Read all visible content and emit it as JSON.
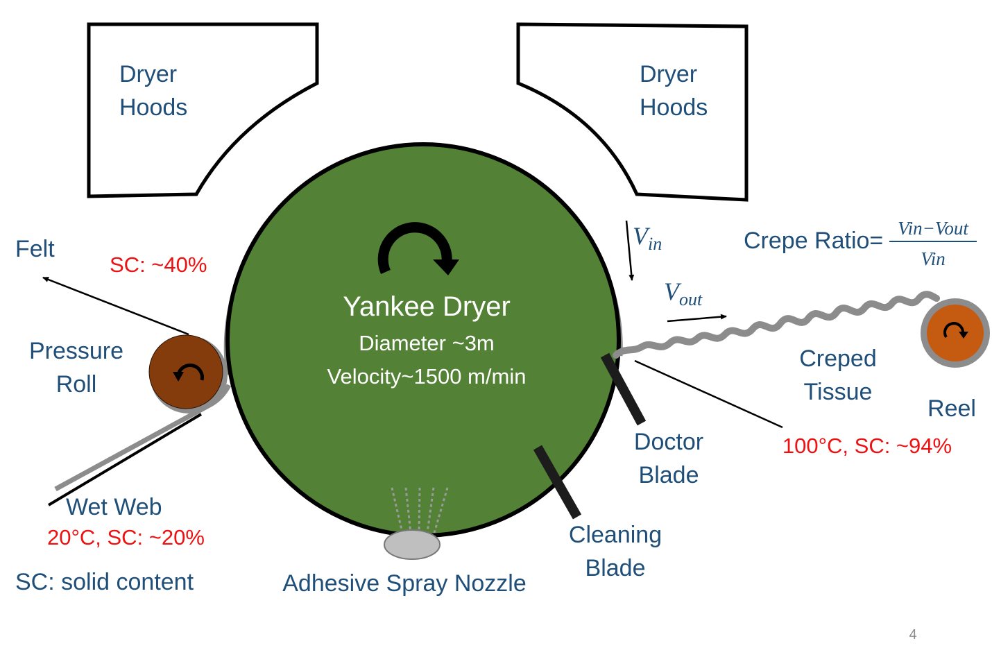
{
  "labels": {
    "dryer_hoods_left": [
      "Dryer",
      "Hoods"
    ],
    "dryer_hoods_right": [
      "Dryer",
      "Hoods"
    ],
    "felt": "Felt",
    "sc_40": "SC: ~40%",
    "pressure_roll": [
      "Pressure",
      "Roll"
    ],
    "yankee_title": "Yankee Dryer",
    "yankee_diameter": "Diameter ~3m",
    "yankee_velocity": "Velocity~1500 m/min",
    "wet_web": "Wet Web",
    "wet_web_cond": "20°C, SC: ~20%",
    "sc_note": "SC: solid content",
    "adhesive_nozzle": "Adhesive Spray Nozzle",
    "cleaning_blade": [
      "Cleaning",
      "Blade"
    ],
    "doctor_blade": [
      "Doctor",
      "Blade"
    ],
    "creped_tissue": [
      "Creped",
      "Tissue"
    ],
    "reel": "Reel",
    "reel_cond": "100°C, SC: ~94%",
    "v_in": "V",
    "v_in_sub": "in",
    "v_out": "V",
    "v_out_sub": "out",
    "crepe_ratio_label": "Crepe Ratio=",
    "crepe_numerator": "Vin−Vout",
    "crepe_denominator": "Vin",
    "page_number": "4"
  },
  "colors": {
    "yankee": "#538135",
    "pressure_roll": "#843c0c",
    "reel": "#c55a11",
    "label_blue": "#1f4e79",
    "condition_red": "#ee1111",
    "web_gray": "#8c8c8c"
  }
}
